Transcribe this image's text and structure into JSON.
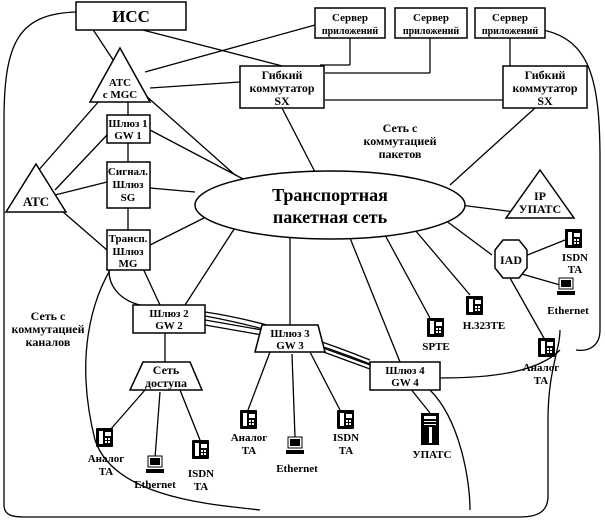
{
  "nodes": {
    "iss": {
      "l1": "ИСС"
    },
    "app1": {
      "l1": "Сервер",
      "l2": "приложений"
    },
    "app2": {
      "l1": "Сервер",
      "l2": "приложений"
    },
    "app3": {
      "l1": "Сервер",
      "l2": "приложений"
    },
    "sx1": {
      "l1": "Гибкий",
      "l2": "коммутатор",
      "l3": "SX"
    },
    "sx2": {
      "l1": "Гибкий",
      "l2": "коммутатор",
      "l3": "SX"
    },
    "ats_mgc": {
      "l1": "АТС",
      "l2": "с MGC"
    },
    "gw1": {
      "l1": "Шлюз 1",
      "l2": "GW 1"
    },
    "sg": {
      "l1": "Сигнал.",
      "l2": "Шлюз",
      "l3": "SG"
    },
    "mg": {
      "l1": "Трансп.",
      "l2": "Шлюз",
      "l3": "MG"
    },
    "ats": {
      "l1": "АТС"
    },
    "transport": {
      "l1": "Транспортная",
      "l2": "пакетная сеть"
    },
    "ip_upats": {
      "l1": "IP",
      "l2": "УПАТС"
    },
    "iad": {
      "l1": "IAD"
    },
    "gw2": {
      "l1": "Шлюз 2",
      "l2": "GW 2"
    },
    "gw3": {
      "l1": "Шлюз 3",
      "l2": "GW 3"
    },
    "gw4": {
      "l1": "Шлюз 4",
      "l2": "GW 4"
    },
    "access": {
      "l1": "Сеть",
      "l2": "доступа"
    }
  },
  "labels": {
    "packet_net": {
      "l1": "Сеть с",
      "l2": "коммутацией",
      "l3": "пакетов"
    },
    "circuit_net": {
      "l1": "Сеть с",
      "l2": "коммутацией",
      "l3": "каналов"
    },
    "isdn_iad": {
      "l1": "ISDN",
      "l2": "TA"
    },
    "ethernet_iad": {
      "l1": "Ethernet"
    },
    "analog_iad": {
      "l1": "Аналог",
      "l2": "TA"
    },
    "h323": {
      "l1": "H.323TE"
    },
    "sprte": {
      "l1": "SPTE"
    },
    "upats": {
      "l1": "УПАТС"
    },
    "analog_gw3": {
      "l1": "Аналог",
      "l2": "TA"
    },
    "ethernet_gw3": {
      "l1": "Ethernet"
    },
    "isdn_gw3": {
      "l1": "ISDN",
      "l2": "TA"
    },
    "analog_acc": {
      "l1": "Аналог",
      "l2": "TA"
    },
    "ethernet_acc": {
      "l1": "Ethernet"
    },
    "isdn_acc": {
      "l1": "ISDN",
      "l2": "TA"
    }
  },
  "icons": [
    "telephone-icon",
    "computer-icon",
    "pbx-cabinet-icon"
  ]
}
